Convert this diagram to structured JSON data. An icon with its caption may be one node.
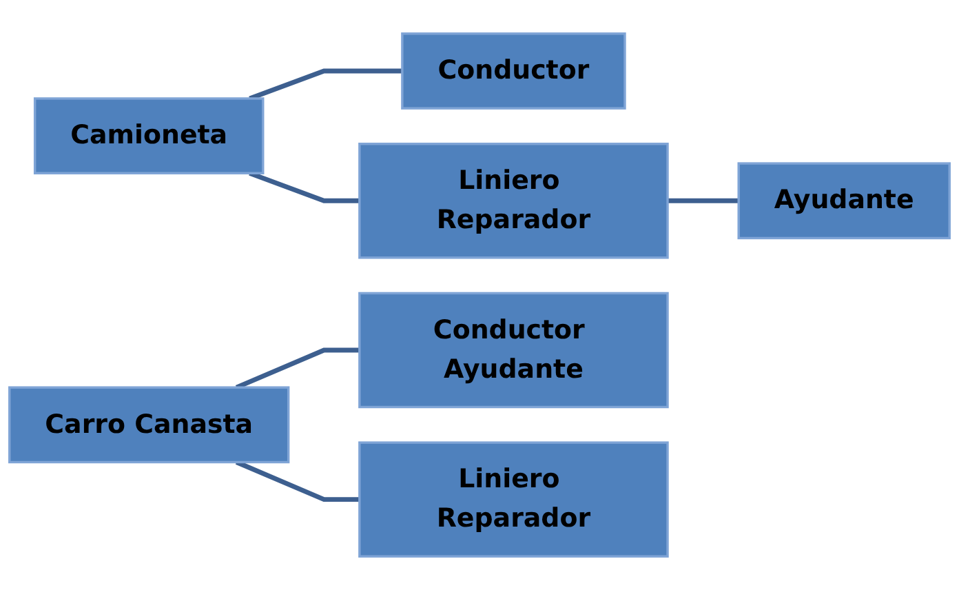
{
  "diagram": {
    "nodes": [
      {
        "text": [
          "Camioneta"
        ]
      },
      {
        "text": [
          "Conductor"
        ]
      },
      {
        "text": [
          "Liniero Reparador"
        ]
      },
      {
        "text": [
          "Ayudante"
        ]
      },
      {
        "text": [
          "Carro Canasta"
        ]
      },
      {
        "text": [
          "Conductor Ayudante"
        ]
      },
      {
        "text": [
          "Liniero Reparador"
        ]
      }
    ],
    "edges": [
      {
        "from": 0,
        "to": 1,
        "arrow": "none"
      },
      {
        "from": 0,
        "to": 2,
        "arrow": "none"
      },
      {
        "from": 2,
        "to": 3,
        "arrow": "none"
      },
      {
        "from": 4,
        "to": 5,
        "arrow": "none"
      },
      {
        "from": 4,
        "to": 6,
        "arrow": "none"
      }
    ]
  }
}
